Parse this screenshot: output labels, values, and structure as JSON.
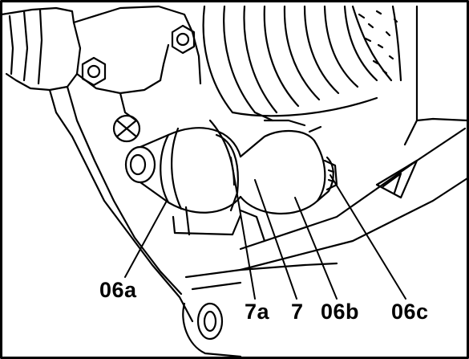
{
  "callouts": {
    "c06a": "06a",
    "c7a": "7a",
    "c7": "7",
    "c06b": "06b",
    "c06c": "06c"
  },
  "colors": {
    "ink": "#000000",
    "paper": "#ffffff"
  }
}
